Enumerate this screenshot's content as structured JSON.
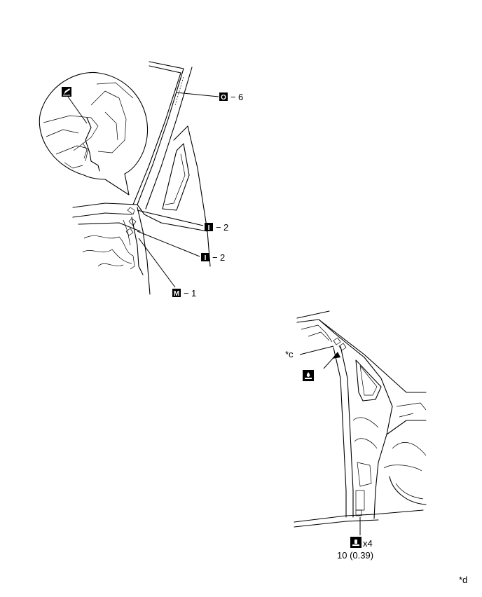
{
  "callouts": {
    "top_badge": "O",
    "top_num": "6",
    "mid1_badge": "I",
    "mid1_num": "2",
    "mid2_badge": "I",
    "mid2_num": "2",
    "bottom_badge": "M",
    "bottom_num": "1"
  },
  "dash": "−",
  "lower": {
    "c_label": "*c",
    "qty": "x4",
    "torque": "10 (0.39)"
  },
  "corner_label": "*d",
  "icons": {
    "magnifier_symbol": "pencil-icon",
    "adhesive_symbol": "adhesive-icon",
    "torque_symbol": "torque-icon"
  }
}
